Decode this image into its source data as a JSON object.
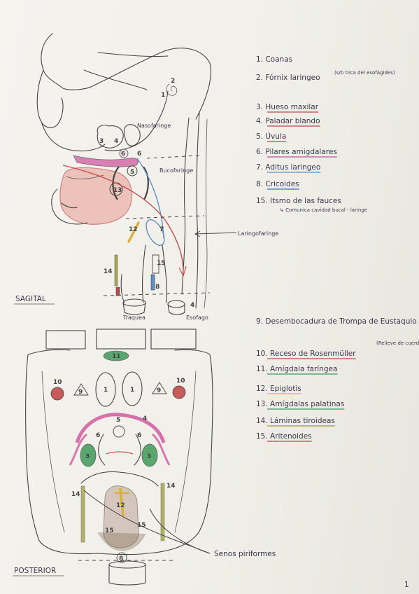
{
  "sagittal": {
    "title": "SAGITAL",
    "labels": {
      "nasofaringe": "Nasofaringe",
      "bucofaringe": "Bucofaringe",
      "laringofaringe": "Laringofaringe",
      "traquea": "Traquea",
      "esofago": "Esofago"
    },
    "markers": [
      "1",
      "2",
      "3",
      "4",
      "5",
      "6",
      "7",
      "8",
      "12",
      "13",
      "14",
      "15",
      "6",
      "4"
    ]
  },
  "posterior": {
    "title": "POSTERIOR",
    "labels": {
      "senos": "Senos piriformes"
    },
    "markers": [
      "11",
      "10",
      "10",
      "9",
      "9",
      "1",
      "1",
      "5",
      "4",
      "6",
      "6",
      "3",
      "3",
      "12",
      "14",
      "14",
      "15",
      "15",
      "8"
    ]
  },
  "legend": [
    {
      "num": "1.",
      "text": "Coanas",
      "underline": ""
    },
    {
      "num": "2.",
      "text": "Fórnix laringeo",
      "note": "(s/b tirca del esofágides)",
      "underline": ""
    },
    {
      "num": "3.",
      "text": "Hueso maxilar",
      "underline": "#b84a4a"
    },
    {
      "num": "4.",
      "text": "Paladar blando",
      "underline": "#b84a4a"
    },
    {
      "num": "5.",
      "text": "Úvula",
      "underline": "#b84a4a"
    },
    {
      "num": "6.",
      "text": "Pilares amigdalares",
      "underline": "#c0549a"
    },
    {
      "num": "7.",
      "text": "Aditus laringeo",
      "underline": "#5f8fc4"
    },
    {
      "num": "8.",
      "text": "Cricoides",
      "underline": "#3c6fb8"
    },
    {
      "num": "15.",
      "text": "Itsmo de las fauces",
      "note": "↳ Comunica cavidad bucal - laringe",
      "underline": ""
    },
    {
      "num": "9.",
      "text": "Desembocadura de Trompa de Eustaquio",
      "underline": ""
    },
    {
      "num": "10.",
      "text": "Receso de Rosenmüller",
      "note": "(Relieve de cuerda interna)",
      "underline": "#b84a4a"
    },
    {
      "num": "11.",
      "text": "Amígdala faríngea",
      "underline": "#3f9a5a"
    },
    {
      "num": "12.",
      "text": "Epiglotis",
      "underline": "#d9b23a"
    },
    {
      "num": "13.",
      "text": "Amígdalas palatinas",
      "underline": "#3f9a5a"
    },
    {
      "num": "14.",
      "text": "Láminas tiroideas",
      "underline": "#9a9a3a"
    },
    {
      "num": "15.",
      "text": "Aritenoides",
      "underline": "#b84a4a"
    }
  ],
  "page_number": "1",
  "colors": {
    "ink": "#444444",
    "red": "#b84a4a",
    "pink": "#d05aa0",
    "green": "#3f9a5a",
    "blue": "#5f8fc4",
    "yellow": "#d9b23a",
    "salmon": "#e9a9a0"
  }
}
